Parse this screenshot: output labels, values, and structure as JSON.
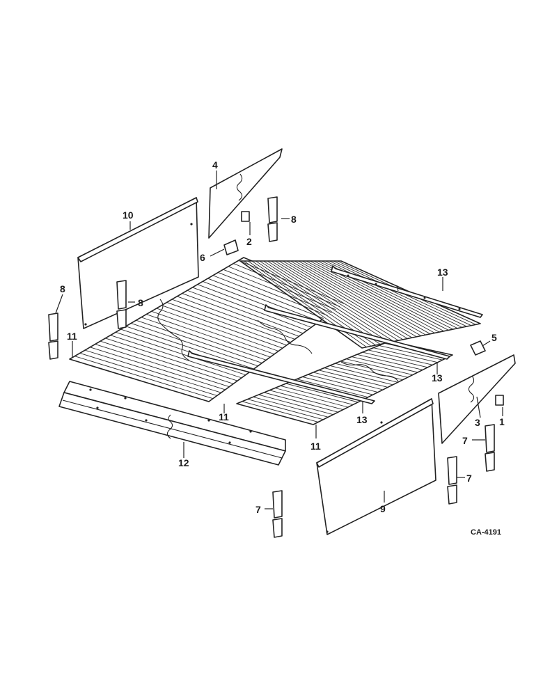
{
  "figure": {
    "code": "CA-4191",
    "callouts": [
      {
        "id": "c1",
        "text": "1"
      },
      {
        "id": "c2",
        "text": "2"
      },
      {
        "id": "c3",
        "text": "3"
      },
      {
        "id": "c4",
        "text": "4"
      },
      {
        "id": "c5",
        "text": "5"
      },
      {
        "id": "c6",
        "text": "6"
      },
      {
        "id": "c7a",
        "text": "7"
      },
      {
        "id": "c7b",
        "text": "7"
      },
      {
        "id": "c7c",
        "text": "7"
      },
      {
        "id": "c8a",
        "text": "8"
      },
      {
        "id": "c8b",
        "text": "8"
      },
      {
        "id": "c8c",
        "text": "8"
      },
      {
        "id": "c9",
        "text": "9"
      },
      {
        "id": "c10",
        "text": "10"
      },
      {
        "id": "c11a",
        "text": "11"
      },
      {
        "id": "c11b",
        "text": "11"
      },
      {
        "id": "c11c",
        "text": "11"
      },
      {
        "id": "c12",
        "text": "12"
      },
      {
        "id": "c13a",
        "text": "13"
      },
      {
        "id": "c13b",
        "text": "13"
      },
      {
        "id": "c13c",
        "text": "13"
      }
    ]
  }
}
